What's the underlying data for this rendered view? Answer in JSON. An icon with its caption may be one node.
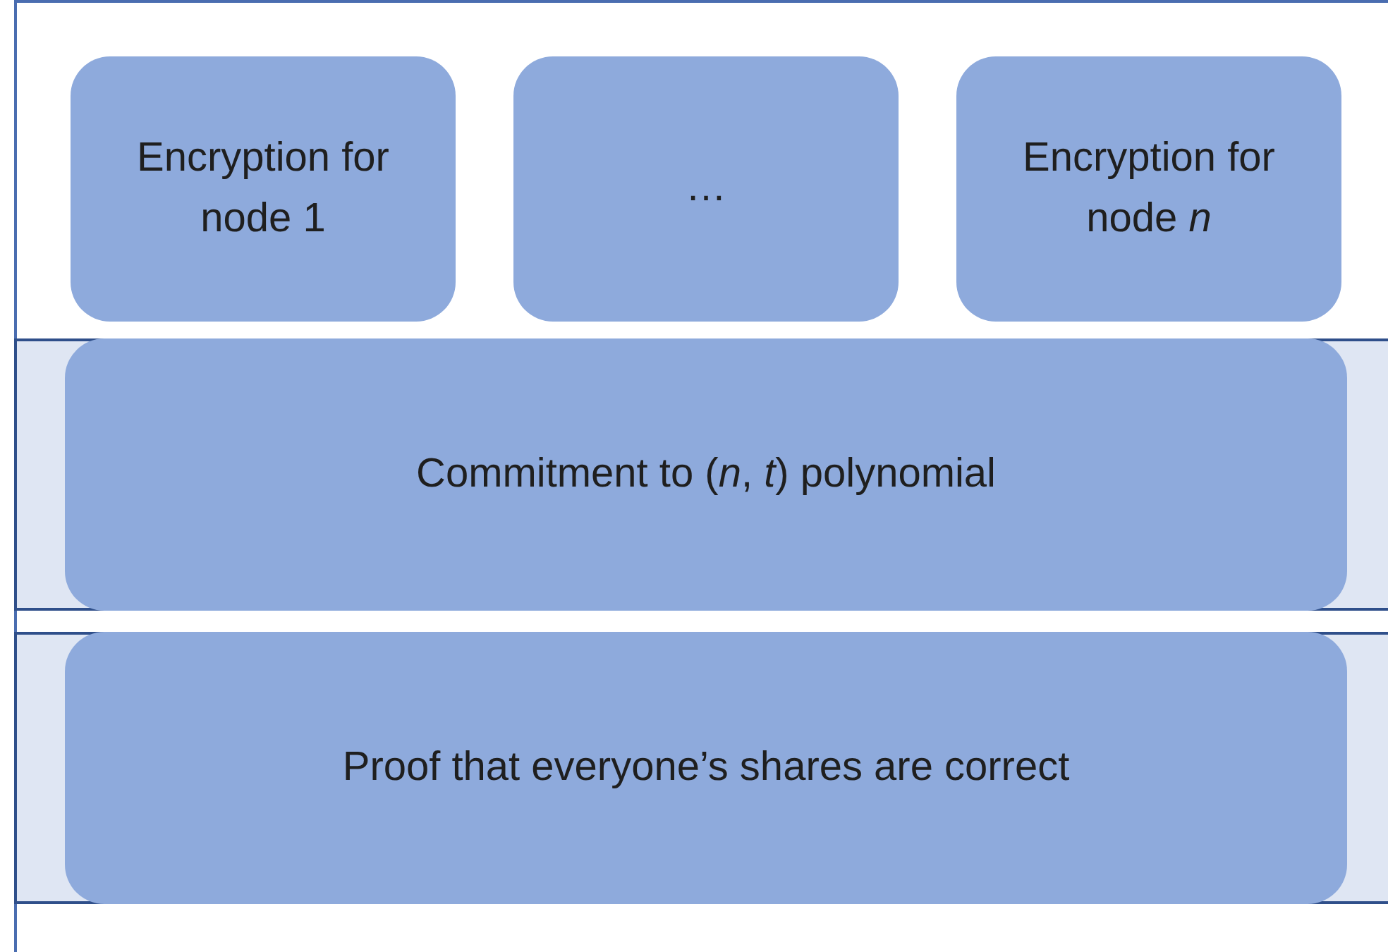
{
  "diagram": {
    "nodes": [
      {
        "text": [
          "Encryption for node 1"
        ]
      },
      {
        "text": [
          "…"
        ]
      },
      {
        "text": [
          "Encryption for node *n*"
        ]
      },
      {
        "text": [
          "Commitment to (*n*, *t*) polynomial"
        ]
      },
      {
        "text": [
          "Proof that everyone’s shares are correct"
        ]
      }
    ]
  }
}
